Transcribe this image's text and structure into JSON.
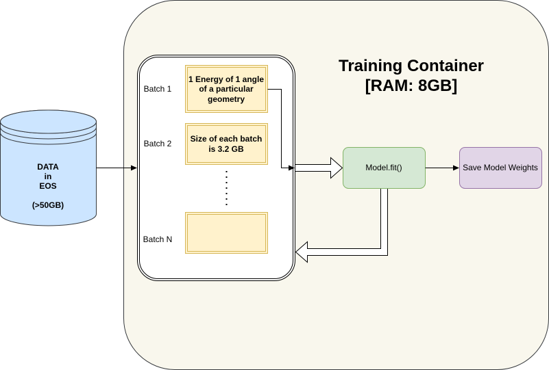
{
  "colors": {
    "container_fill": "#f9f7ed",
    "container_stroke": "#36393d",
    "database_fill": "#cce5ff",
    "database_stroke": "#36393d",
    "batch_fill": "#fff2cc",
    "batch_stroke": "#d6b656",
    "model_fill": "#d5e8d4",
    "model_stroke": "#82b366",
    "weights_fill": "#e1d5e7",
    "weights_stroke": "#9673a6"
  },
  "database": {
    "line1": "DATA",
    "line2": "in",
    "line3": "EOS",
    "line4": "(>50GB)"
  },
  "container": {
    "title_line1": "Training Container",
    "title_line2": "[RAM: 8GB]"
  },
  "batches": {
    "batch1_label": "Batch 1",
    "batch1_box_line1": "1 Energy of 1 angle",
    "batch1_box_line2": "of a particular",
    "batch1_box_line3": "geometry",
    "batch2_label": "Batch 2",
    "batch2_box_line1": "Size of each batch",
    "batch2_box_line2": "is 3.2 GB",
    "batchN_label": "Batch N"
  },
  "model": {
    "label": "Model.fit()"
  },
  "weights": {
    "label": "Save Model Weights"
  }
}
